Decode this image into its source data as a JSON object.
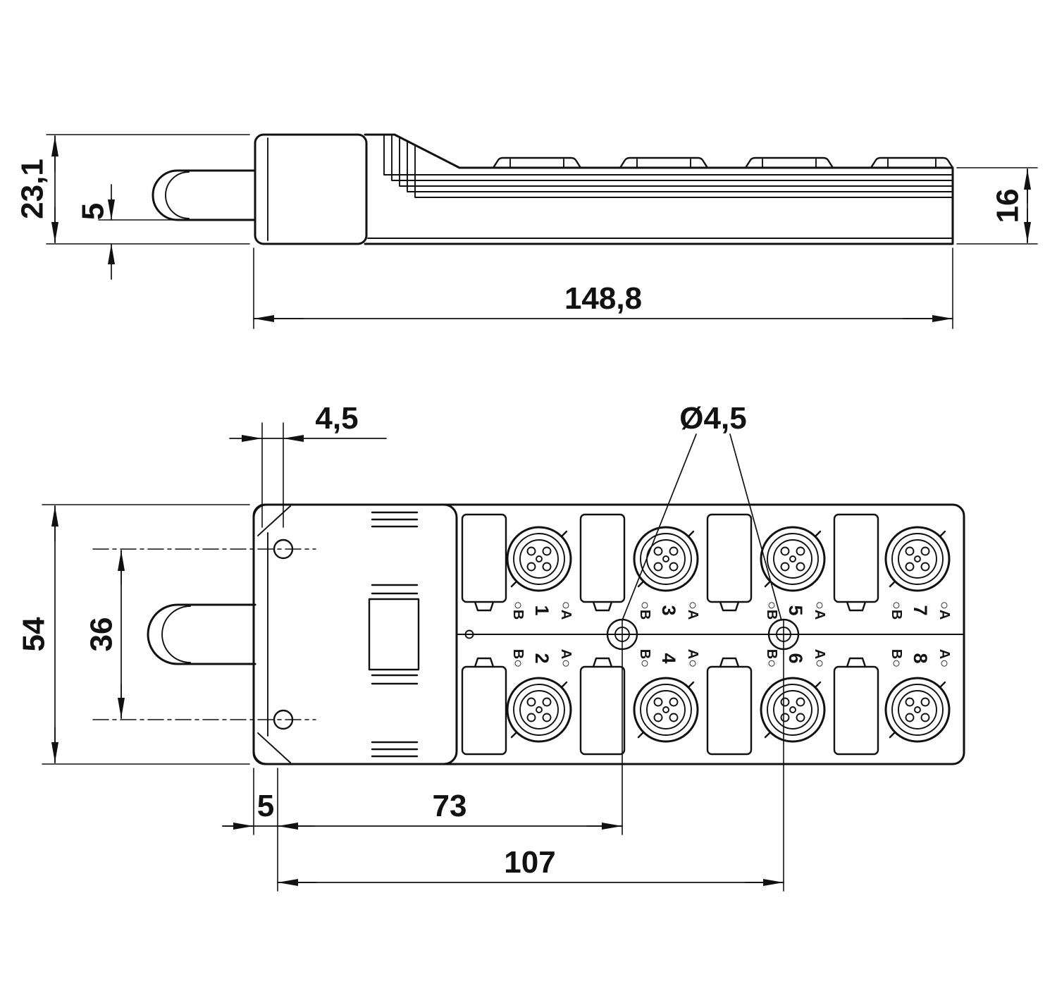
{
  "drawing": {
    "side_view": {
      "dim_total_height": "23,1",
      "dim_cable_offset": "5",
      "dim_total_length": "148,8",
      "dim_body_height": "16"
    },
    "plan_view": {
      "dim_slot_width": "4,5",
      "dim_hole_diameter": "Ø4,5",
      "dim_total_width": "54",
      "dim_mounting_pitch": "36",
      "dim_edge_offset": "5",
      "dim_hole1_position": "73",
      "dim_hole2_position": "107",
      "ports_top": [
        {
          "num": "1",
          "left": "○B",
          "right": "○A"
        },
        {
          "num": "3",
          "left": "○B",
          "right": "○A"
        },
        {
          "num": "5",
          "left": "○B",
          "right": "○A"
        },
        {
          "num": "7",
          "left": "○B",
          "right": "○A"
        }
      ],
      "ports_bottom": [
        {
          "num": "2",
          "left": "B○",
          "right": "A○"
        },
        {
          "num": "4",
          "left": "B○",
          "right": "A○"
        },
        {
          "num": "6",
          "left": "B○",
          "right": "A○"
        },
        {
          "num": "8",
          "left": "B○",
          "right": "A○"
        }
      ]
    }
  }
}
